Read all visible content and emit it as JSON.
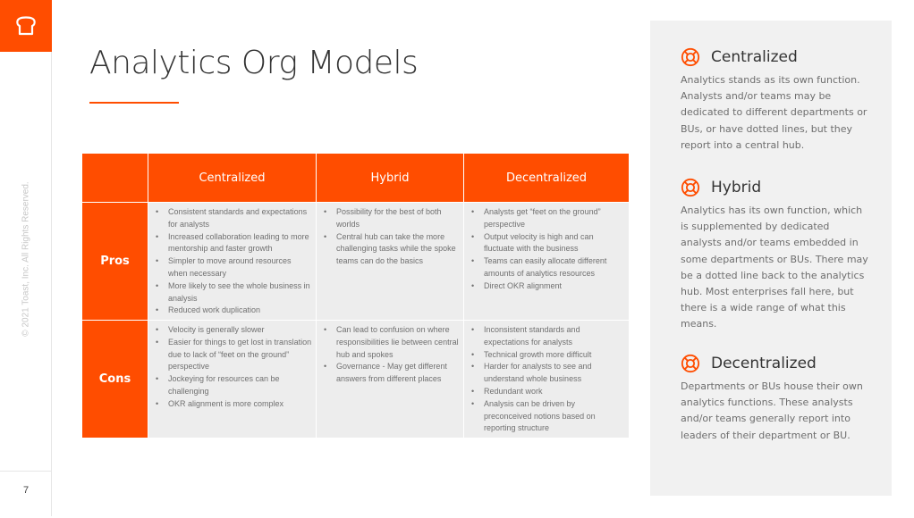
{
  "slide": {
    "title": "Analytics Org Models",
    "copyright": "© 2021 Toast, Inc. All Rights Reserved.",
    "page_number": "7",
    "accent_color": "#ff4d00"
  },
  "table": {
    "headers": [
      "Centralized",
      "Hybrid",
      "Decentralized"
    ],
    "rows": [
      {
        "label": "Pros",
        "cells": [
          [
            "Consistent standards and expectations for analysts",
            "Increased collaboration leading to more mentorship and faster growth",
            "Simpler to move around resources when necessary",
            "More likely to see the whole business in analysis",
            "Reduced work duplication"
          ],
          [
            "Possibility for the best of both worlds",
            "Central hub can take the more challenging tasks while the spoke teams can do the basics"
          ],
          [
            "Analysts get “feet on the ground” perspective",
            "Output velocity is high and can fluctuate with the business",
            "Teams can easily allocate different amounts of analytics resources",
            "Direct OKR alignment"
          ]
        ]
      },
      {
        "label": "Cons",
        "cells": [
          [
            "Velocity is generally slower",
            "Easier for things to get lost in translation due to lack of “feet on the ground” perspective",
            "Jockeying for resources can be challenging",
            "OKR alignment is more complex"
          ],
          [
            "Can lead to confusion on where responsibilities lie between central hub and spokes",
            "Governance - May get different answers from different places"
          ],
          [
            "Inconsistent standards and expectations for analysts",
            "Technical growth more difficult",
            "Harder for analysts to see and understand whole business",
            "Redundant work",
            "Analysis can be driven by preconceived notions based on reporting structure"
          ]
        ]
      }
    ]
  },
  "panel": {
    "icon": "lifebuoy-icon",
    "sections": [
      {
        "title": "Centralized",
        "body": "Analytics stands as its own function. Analysts and/or teams may be dedicated to different departments or BUs, or have dotted lines, but they report into a central hub."
      },
      {
        "title": "Hybrid",
        "body": "Analytics has its own function, which is supplemented by dedicated analysts and/or teams embedded in some departments or BUs. There may be a dotted line back to the analytics hub. Most enterprises fall here, but there is a wide range of what this means."
      },
      {
        "title": "Decentralized",
        "body": "Departments or BUs house their own analytics functions. These analysts and/or teams generally report into leaders of their department or BU."
      }
    ]
  }
}
